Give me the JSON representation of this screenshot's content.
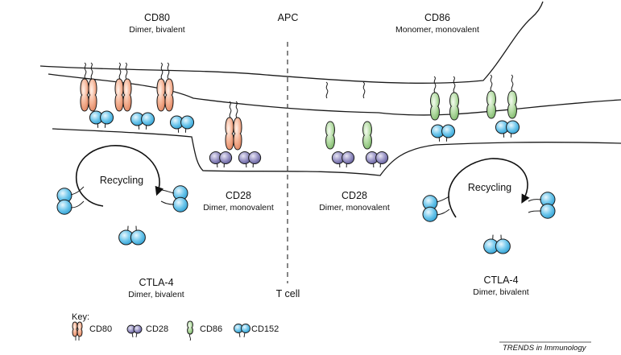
{
  "labels": {
    "cd80_title": "CD80",
    "cd80_sub": "Dimer, bivalent",
    "apc": "APC",
    "cd86_title": "CD86",
    "cd86_sub": "Monomer, monovalent",
    "recycling_left": "Recycling",
    "recycling_right": "Recycling",
    "cd28_left_title": "CD28",
    "cd28_left_sub": "Dimer, monovalent",
    "cd28_right_title": "CD28",
    "cd28_right_sub": "Dimer, monovalent",
    "ctla4_left_title": "CTLA-4",
    "ctla4_left_sub": "Dimer, bivalent",
    "tcell": "T cell",
    "ctla4_right_title": "CTLA-4",
    "ctla4_right_sub": "Dimer, bivalent"
  },
  "key": {
    "title": "Key:",
    "items": [
      "CD80",
      "CD28",
      "CD86",
      "CD152"
    ]
  },
  "journal": "TRENDS in Immunology",
  "colors": {
    "cd80": "#f2a98a",
    "cd28": "#8b86b8",
    "cd86": "#a9d69a",
    "cd152": "#5cbde6",
    "outline": "#1a1a1a"
  }
}
